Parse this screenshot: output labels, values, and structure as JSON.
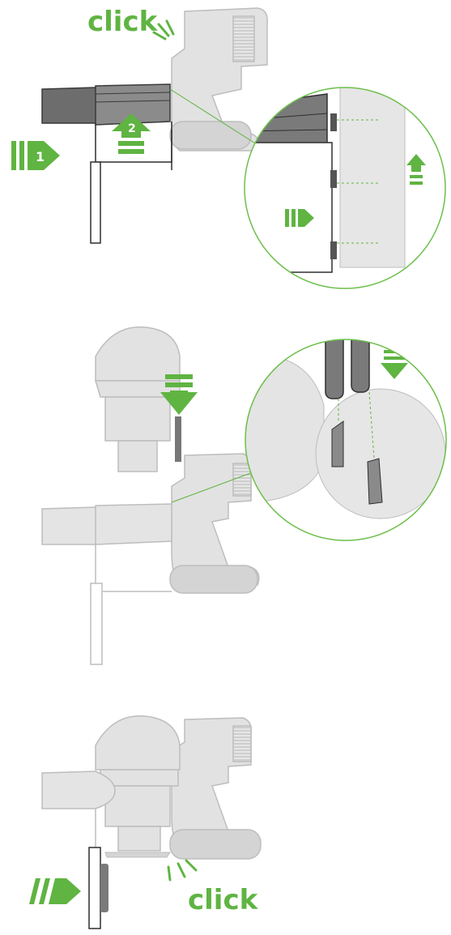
{
  "steps": [
    {
      "id": "attach-bin-to-wand",
      "click_text": "click",
      "badges": [
        "1",
        "2"
      ]
    },
    {
      "id": "insert-cyclone",
      "click_text": ""
    },
    {
      "id": "close-bin",
      "click_text": "click"
    }
  ],
  "colors": {
    "accent": "#5fb442",
    "line_dark": "#2f2f2f",
    "part_gray": "#d8d8d8",
    "part_gray_dark": "#7a7a7a",
    "circle_outline": "#6cbf4a"
  }
}
